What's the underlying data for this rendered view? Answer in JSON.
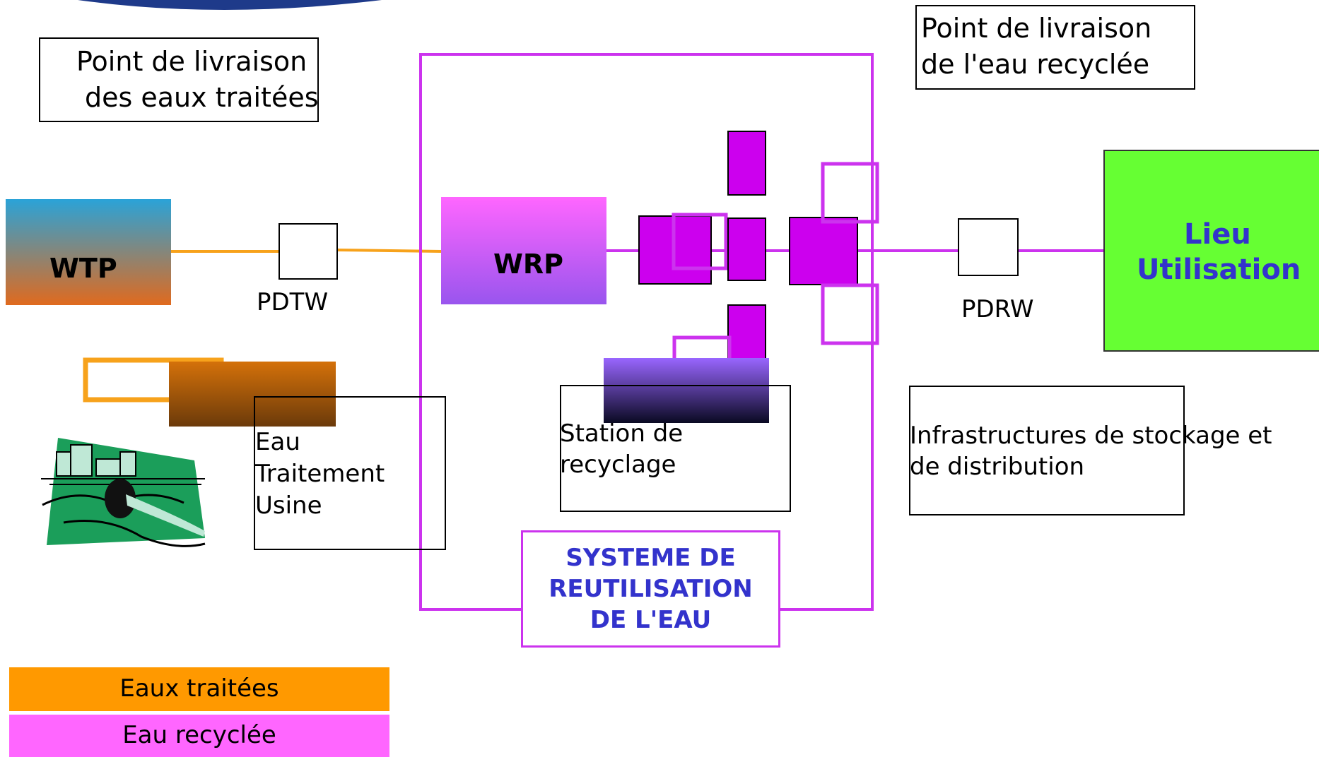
{
  "header_labels": {
    "treated_delivery": [
      "Point de livraison",
      "des eaux traitées"
    ],
    "recycled_delivery": [
      "Point de livraison",
      "de l'eau recyclée"
    ]
  },
  "nodes": {
    "wtp": "WTP",
    "wrp": "WRP",
    "lieu": [
      "Lieu",
      "Utilisation"
    ],
    "pdtw": "PDTW",
    "pdrw": "PDRW"
  },
  "captions": {
    "plant": [
      "Eau",
      "Traitement",
      "Usine"
    ],
    "recycling_station": [
      "Station de",
      "recyclage"
    ],
    "storage": [
      "Infrastructures de stockage et",
      "de distribution"
    ],
    "system": [
      "SYSTEME DE",
      "REUTILISATION",
      "DE L'EAU"
    ]
  },
  "legend": {
    "treated": "Eaux traitées",
    "recycled": "Eau recyclée"
  },
  "colors": {
    "treated_line": "#f7a21b",
    "recycled_line": "#cc33ee",
    "magenta_fill": "#cc00ee",
    "lieu_fill": "#66ff33",
    "blue_text": "#3333cc"
  }
}
